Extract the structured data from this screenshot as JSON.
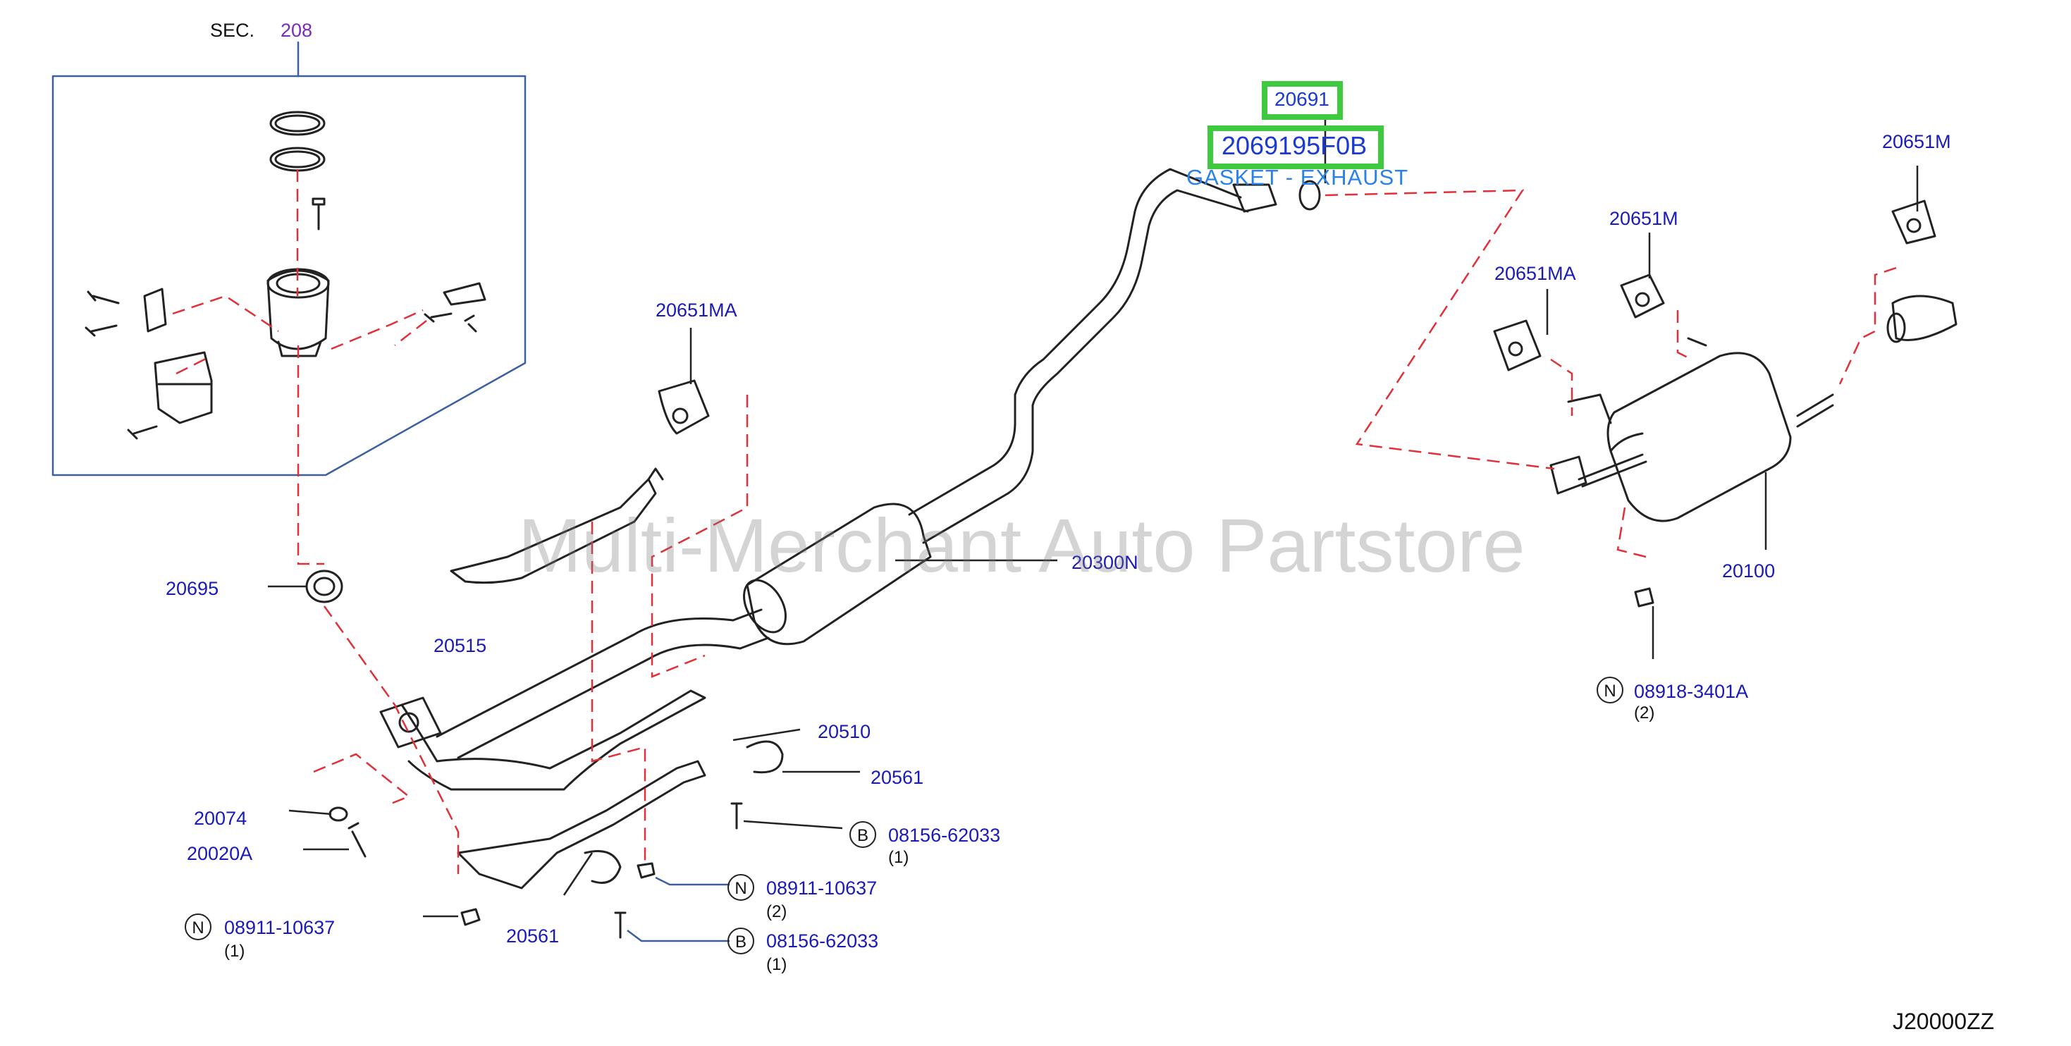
{
  "section": {
    "prefix": "SEC.",
    "number": "208"
  },
  "highlight": {
    "part_no": "20691",
    "oem_no": "2069195F0B",
    "description": "GASKET - EXHAUST"
  },
  "labels": {
    "p20651M_right": "20651M",
    "p20651M_mid": "20651M",
    "p20651MA_right": "20651MA",
    "p20651MA_left": "20651MA",
    "p20300N": "20300N",
    "p20100": "20100",
    "p20695": "20695",
    "p20515": "20515",
    "p20510": "20510",
    "p20561_upper": "20561",
    "p20561_lower": "20561",
    "p20074": "20074",
    "p20020A": "20020A"
  },
  "callouts": {
    "n_right": {
      "prefix": "N",
      "part": "08918-3401A",
      "qty": "(2)"
    },
    "b_upper": {
      "prefix": "B",
      "part": "08156-62033",
      "qty": "(1)"
    },
    "n_mid": {
      "prefix": "N",
      "part": "08911-10637",
      "qty": "(2)"
    },
    "b_lower": {
      "prefix": "B",
      "part": "08156-62033",
      "qty": "(1)"
    },
    "n_left": {
      "prefix": "N",
      "part": "08911-10637",
      "qty": "(1)"
    }
  },
  "watermark": "Multi-Merchant Auto Partstore",
  "diagram_code": "J20000ZZ",
  "colors": {
    "part_label": "#1a1ab8",
    "leader_dashed": "#e0303a",
    "highlight_border": "#3ec93e",
    "section_ref": "#7a2bb8"
  }
}
